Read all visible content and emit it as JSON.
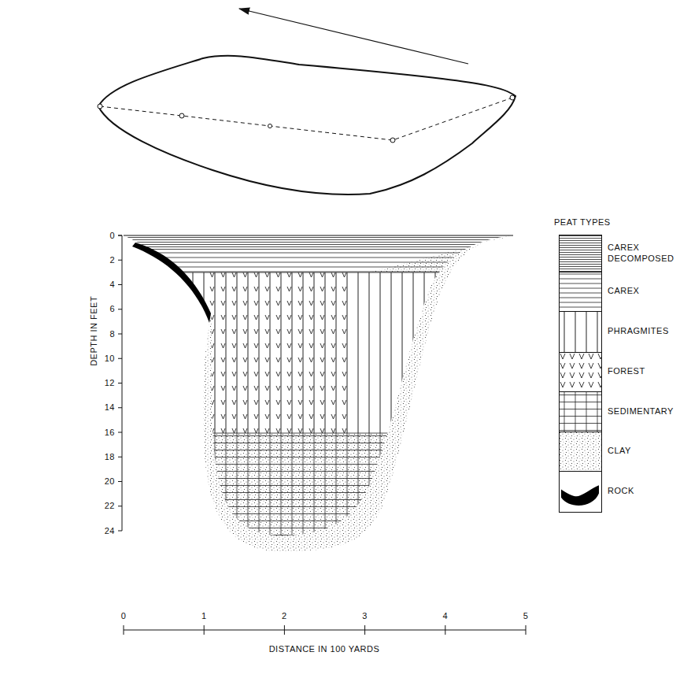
{
  "diagram": {
    "labels": [
      "0",
      "2",
      "4",
      "6",
      "8",
      "10",
      "12",
      "14",
      "16",
      "18",
      "20",
      "22",
      "24",
      "DEPTH IN FEET",
      "0",
      "1",
      "2",
      "3",
      "4",
      "5",
      "DISTANCE IN 100 YARDS",
      "PEAT TYPES"
    ],
    "legend": [
      {
        "text": "CAREX DECOMPOSED"
      },
      {
        "text": "CAREX"
      },
      {
        "text": "PHRAGMITES"
      },
      {
        "text": "FOREST"
      },
      {
        "text": "SEDIMENTARY"
      },
      {
        "text": "CLAY"
      },
      {
        "text": "ROCK"
      }
    ]
  }
}
